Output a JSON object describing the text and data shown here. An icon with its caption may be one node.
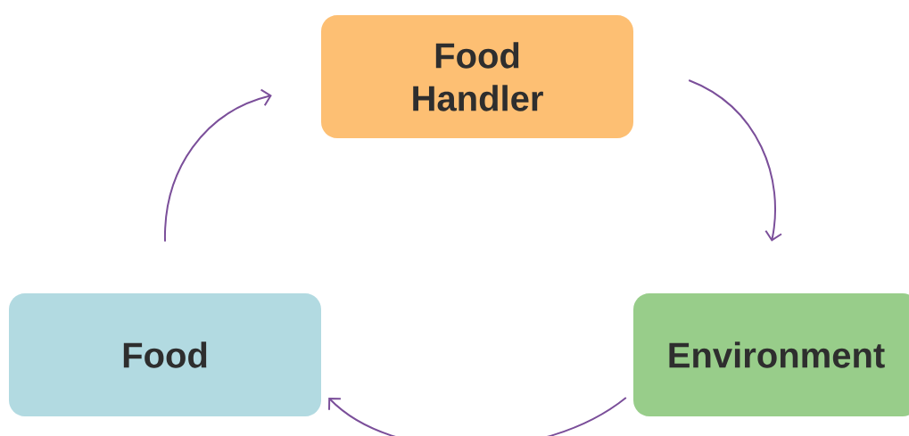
{
  "diagram": {
    "nodes": [
      {
        "text": [
          "Food Handler"
        ]
      },
      {
        "text": [
          "Food"
        ]
      },
      {
        "text": [
          "Environment"
        ]
      }
    ],
    "edges": [
      {
        "from": 1,
        "to": 0,
        "arrow": "to"
      },
      {
        "from": 0,
        "to": 2,
        "arrow": "to"
      },
      {
        "from": 2,
        "to": 1,
        "arrow": "to"
      }
    ]
  }
}
